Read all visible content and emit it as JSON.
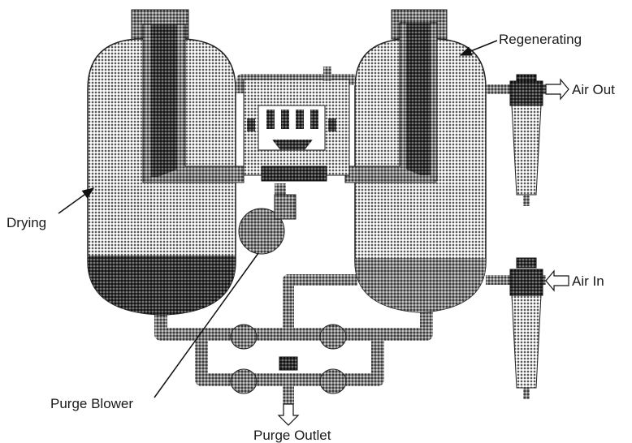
{
  "labels": {
    "regenerating": "Regenerating",
    "drying": "Drying",
    "air_out": "Air Out",
    "air_in": "Air In",
    "purge_blower": "Purge Blower",
    "purge_outlet": "Purge Outlet"
  },
  "colors": {
    "halftone_dark": "#2b2b2b",
    "halftone_mid": "#6a6a6a",
    "halftone_light": "#9a9a9a",
    "line": "#111111",
    "background": "#ffffff"
  }
}
